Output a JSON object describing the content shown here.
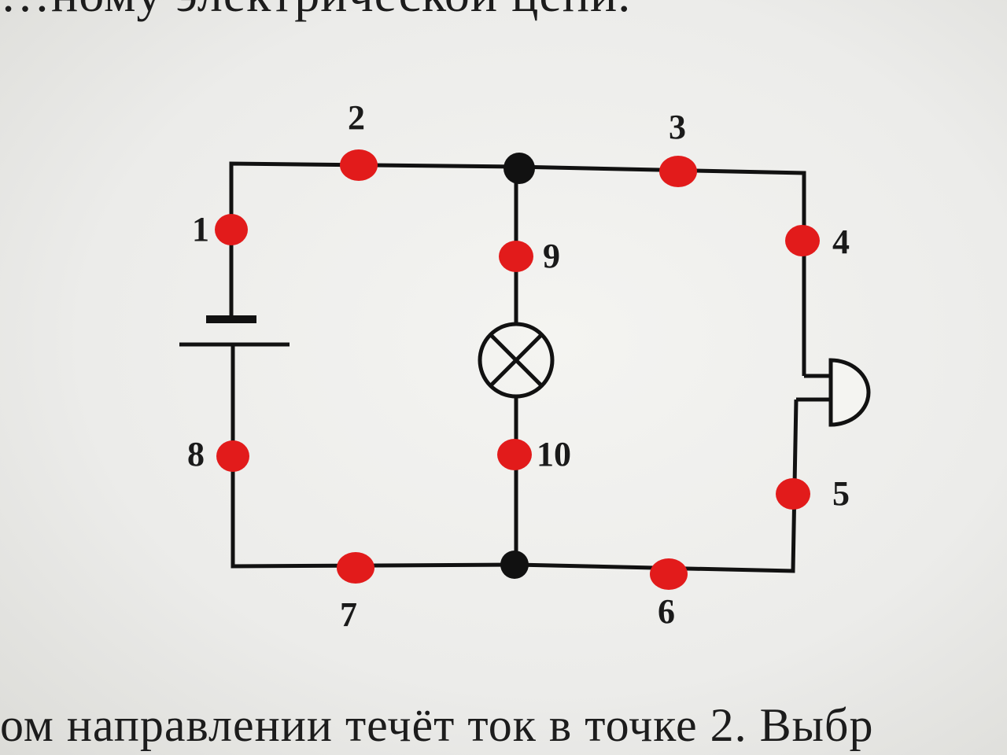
{
  "texts": {
    "top": "…ному электрической цепи.",
    "bottom": "ом направлении течёт ток в точке 2. Выбр"
  },
  "points": [
    {
      "id": "p1",
      "label": "1"
    },
    {
      "id": "p2",
      "label": "2"
    },
    {
      "id": "p3",
      "label": "3"
    },
    {
      "id": "p4",
      "label": "4"
    },
    {
      "id": "p5",
      "label": "5"
    },
    {
      "id": "p6",
      "label": "6"
    },
    {
      "id": "p7",
      "label": "7"
    },
    {
      "id": "p8",
      "label": "8"
    },
    {
      "id": "p9",
      "label": "9"
    },
    {
      "id": "p10",
      "label": "10"
    }
  ],
  "colors": {
    "wire": "#111111",
    "point": "#e21b1b",
    "background": "#efefec"
  },
  "components": {
    "battery": "battery-icon",
    "lamp": "lamp-icon",
    "bell": "bell-icon"
  }
}
